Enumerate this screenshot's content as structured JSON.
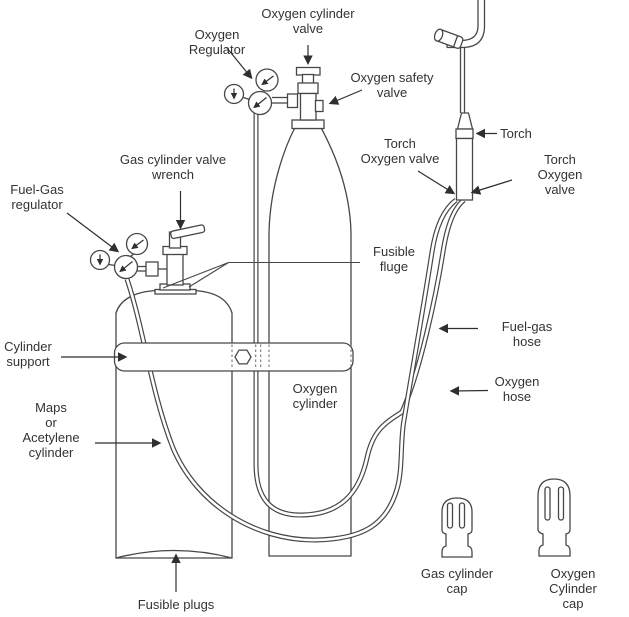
{
  "diagram": {
    "kind": "oxy-fuel-welding-equipment-line-drawing",
    "colors": {
      "line": "#474747",
      "arrow": "#2f2f2f",
      "text": "#333333",
      "background": "#ffffff"
    }
  },
  "labels": {
    "oxygen_cylinder_valve": "Oxygen cylinder\nvalve",
    "oxygen_regulator": "Oxygen\nRegulator",
    "oxygen_safety_valve": "Oxygen safety\nvalve",
    "torch": "Torch",
    "torch_oxygen_valve_left": "Torch\nOxygen valve",
    "torch_oxygen_valve_right": "Torch\nOxygen valve",
    "gas_cylinder_valve_wrench": "Gas cylinder valve\nwrench",
    "fuel_gas_regulator": "Fuel-Gas\nregulator",
    "fusible_fluge": "Fusible\nfluge",
    "oxygen_cylinder": "Oxygen\ncylinder",
    "fuel_gas_hose": "Fuel-gas\nhose",
    "oxygen_hose": "Oxygen\nhose",
    "cylinder_support": "Cylinder\nsupport",
    "maps_or_acetylene_cylinder": "Maps\nor\nAcetylene\ncylinder",
    "fusible_plugs": "Fusible plugs",
    "gas_cylinder_cap": "Gas cylinder\ncap",
    "oxygen_cylinder_cap": "Oxygen Cylinder\ncap"
  }
}
